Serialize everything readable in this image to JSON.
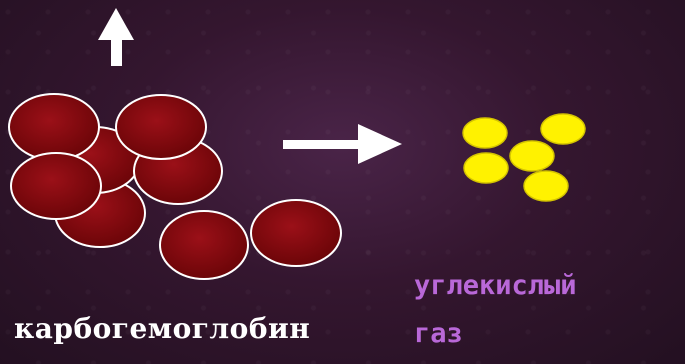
{
  "labels": {
    "carbohemoglobin": "карбогемоглобин",
    "carbon_dioxide": "углекислый газ",
    "carbon_dioxide_line1": "углекислый",
    "carbon_dioxide_line2": "газ"
  },
  "colors": {
    "red_cell_fill": "#8a0a0f",
    "red_cell_stroke": "#ffffff",
    "gas_fill": "#fff200",
    "gas_stroke": "#d4c400",
    "arrow": "#ffffff",
    "gas_label": "#b968d8"
  },
  "icons": {
    "up_arrow": "arrow-up-icon",
    "right_arrow": "arrow-right-icon"
  }
}
